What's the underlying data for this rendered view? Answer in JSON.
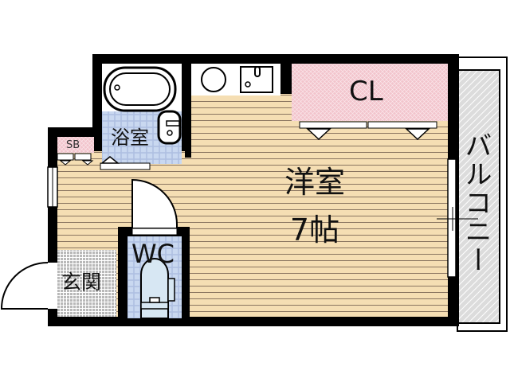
{
  "floor_plan": {
    "rooms": {
      "western_room": {
        "name": "洋室",
        "size": "7帖"
      },
      "closet": {
        "label": "CL"
      },
      "bathroom": {
        "label": "浴室"
      },
      "toilet": {
        "label": "WC"
      },
      "entrance": {
        "label": "玄関"
      },
      "shoe_box": {
        "label": "SB"
      },
      "balcony": {
        "label": "バルコニー"
      }
    },
    "colors": {
      "wall": "#000000",
      "floor_wood": "#f5deb3",
      "floor_lines": "#8a7560",
      "closet_fill": "#f2c4cc",
      "tile_fill": "#c9d8f0",
      "entrance_fill": "#c8c8c8",
      "balcony_fill": "#d4d4d4"
    }
  }
}
